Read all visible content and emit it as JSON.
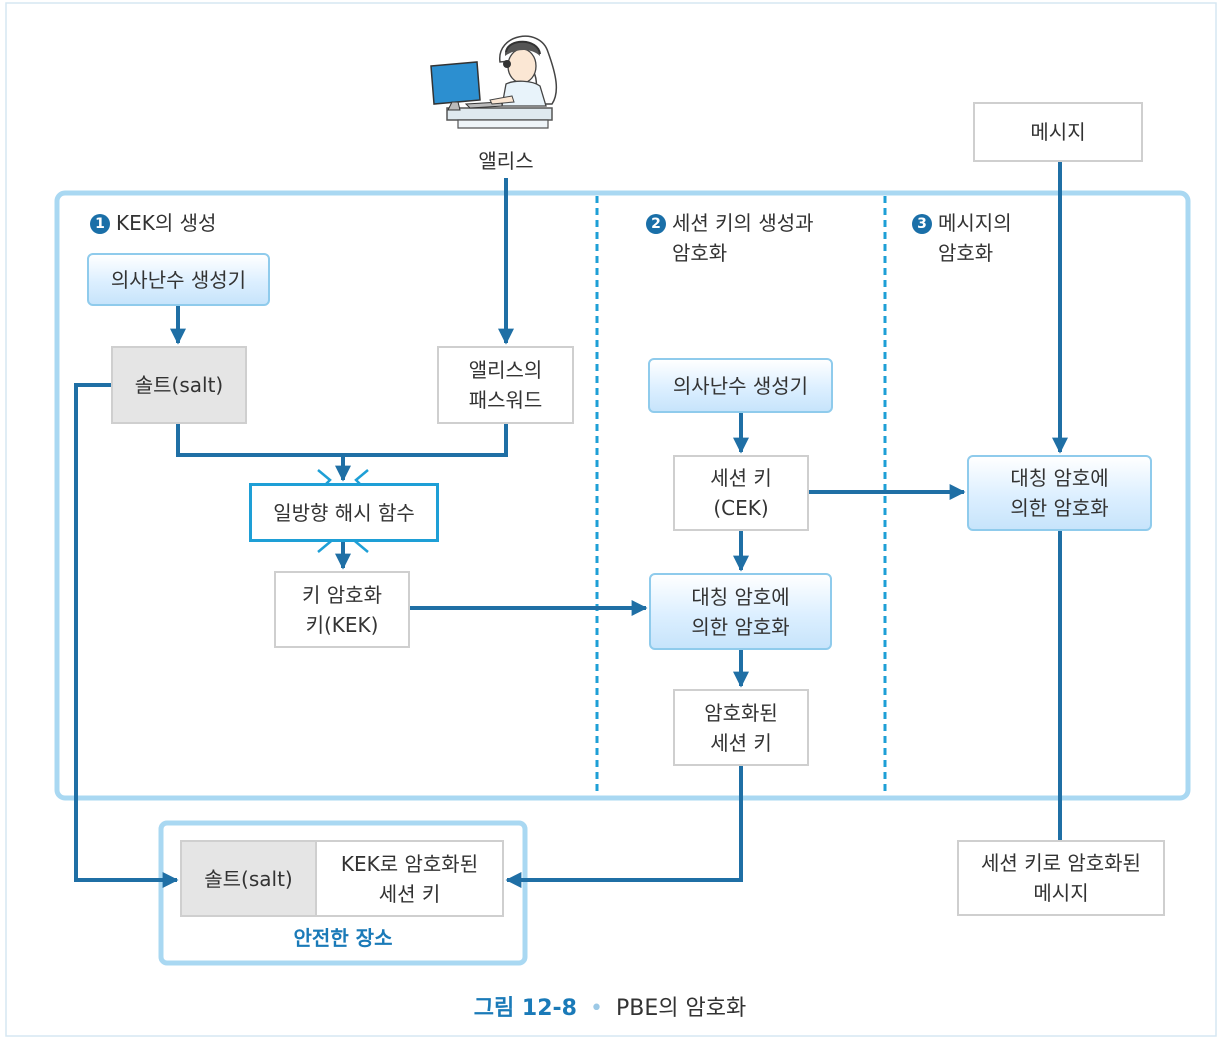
{
  "colors": {
    "arrow": "#1f6fa5",
    "panel_border": "#8fcbec",
    "dashed": "#1e9fd6",
    "figure_num": "#1a7ab8"
  },
  "person": {
    "name": "앨리스",
    "icon": "person-at-computer-icon"
  },
  "sections": [
    {
      "num": "1",
      "title": "KEK의 생성"
    },
    {
      "num": "2",
      "title_line1": "세션 키의 생성과",
      "title_line2": "암호화"
    },
    {
      "num": "3",
      "title_line1": "메시지의",
      "title_line2": "암호화"
    }
  ],
  "nodes": {
    "rng1": "의사난수 생성기",
    "salt": "솔트(salt)",
    "password": "앨리스의\n패스워드",
    "hash": "일방향 해시 함수",
    "kek": "키 암호화\n키(KEK)",
    "rng2": "의사난수 생성기",
    "cek": "세션 키\n(CEK)",
    "encrypt_cek": "대칭 암호에\n의한 암호화",
    "encrypted_cek": "암호화된\n세션 키",
    "message": "메시지",
    "encrypt_msg": "대칭 암호에\n의한 암호화",
    "encrypted_msg": "세션 키로 암호화된\n메시지"
  },
  "storage": {
    "salt": "솔트(salt)",
    "kek_session": "KEK로 암호화된\n세션 키",
    "label": "안전한 장소"
  },
  "caption": {
    "figure": "그림 12-8",
    "separator": "•",
    "text": "PBE의 암호화"
  }
}
